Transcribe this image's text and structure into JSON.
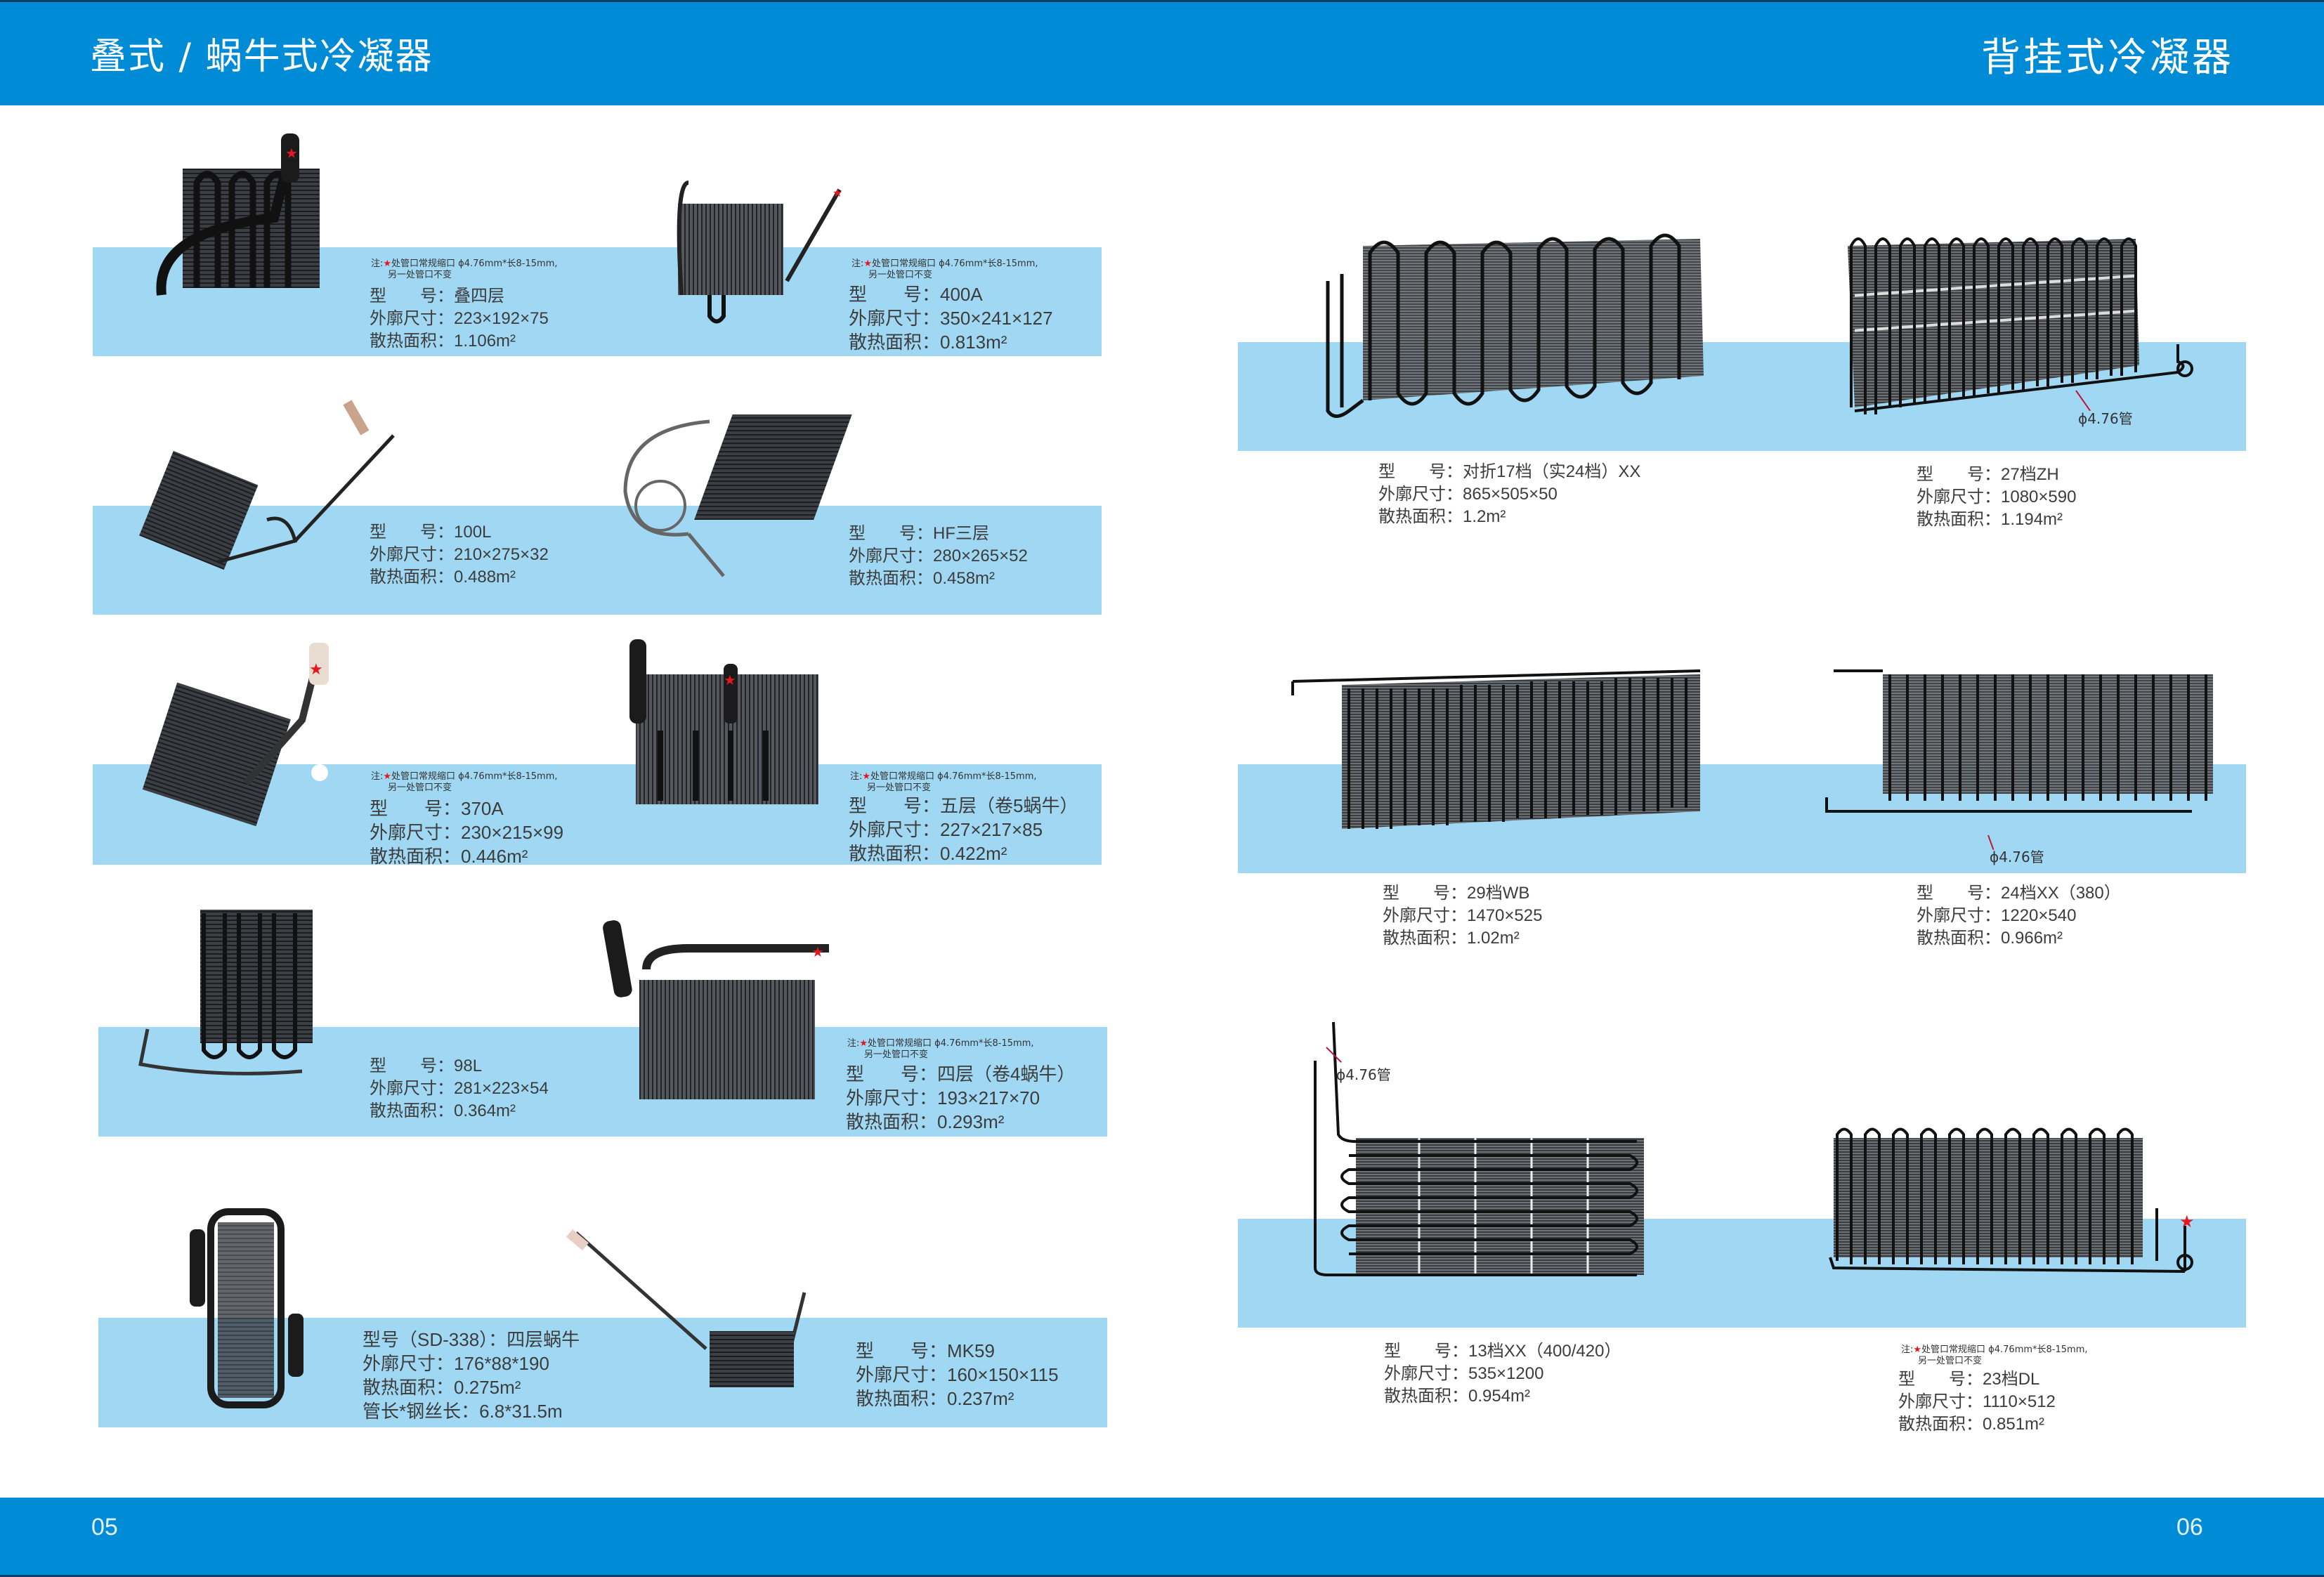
{
  "header": {
    "left_title": "叠式 / 蜗牛式冷凝器",
    "right_title": "背挂式冷凝器"
  },
  "footer": {
    "left_page": "05",
    "right_page": "06"
  },
  "colors": {
    "header_blue": "#008bd6",
    "band_blue": "#a0d8f3",
    "star_red": "#e5161e"
  },
  "labels": {
    "model": "型　　号：",
    "size": "外廓尺寸：",
    "area": "散热面积：",
    "unit_area": "m²",
    "pipe": "ϕ4.76管",
    "note_prefix": "注:",
    "note_star": "★",
    "note_line1": "处管口常规缩口 ϕ4.76mm*长8-15mm,",
    "note_line2": "另一处管口不变"
  },
  "left_page": {
    "products": [
      {
        "model": "叠四层",
        "size": "223×192×75",
        "area": "1.106m²",
        "has_note": true
      },
      {
        "model": "400A",
        "size": "350×241×127",
        "area": "0.813m²",
        "has_note": true
      },
      {
        "model": "100L",
        "size": "210×275×32",
        "area": "0.488m²",
        "has_note": false
      },
      {
        "model": "HF三层",
        "size": "280×265×52",
        "area": "0.458m²",
        "has_note": false
      },
      {
        "model": "370A",
        "size": "230×215×99",
        "area": "0.446m²",
        "has_note": true
      },
      {
        "model": "五层（卷5蜗牛）",
        "size": "227×217×85",
        "area": "0.422m²",
        "has_note": true
      },
      {
        "model": "98L",
        "size": "281×223×54",
        "area": "0.364m²",
        "has_note": false
      },
      {
        "model": "四层（卷4蜗牛）",
        "size": "193×217×70",
        "area": "0.293m²",
        "has_note": true
      },
      {
        "model_line": "型号（SD-338）：四层蜗牛",
        "size": "176*88*190",
        "area": "0.275m²",
        "extra_label": "管长*钢丝长：",
        "extra_value": "6.8*31.5m",
        "has_note": false
      },
      {
        "model": "MK59",
        "size": "160×150×115",
        "area": "0.237m²",
        "has_note": false
      }
    ]
  },
  "right_page": {
    "products": [
      {
        "model": "对折17档（实24档）XX",
        "size": "865×505×50",
        "area": "1.2m²",
        "has_note": false
      },
      {
        "model": "27档ZH",
        "size": "1080×590",
        "area": "1.194m²",
        "has_note": false,
        "pipe_label": true
      },
      {
        "model": "29档WB",
        "size": "1470×525",
        "area": "1.02m²",
        "has_note": false
      },
      {
        "model": "24档XX（380）",
        "size": "1220×540",
        "area": "0.966m²",
        "has_note": false,
        "pipe_label": true
      },
      {
        "model": "13档XX（400/420）",
        "size": "535×1200",
        "area": "0.954m²",
        "has_note": false,
        "pipe_label": true
      },
      {
        "model": "23档DL",
        "size": "1110×512",
        "area": "0.851m²",
        "has_note": true
      }
    ]
  }
}
